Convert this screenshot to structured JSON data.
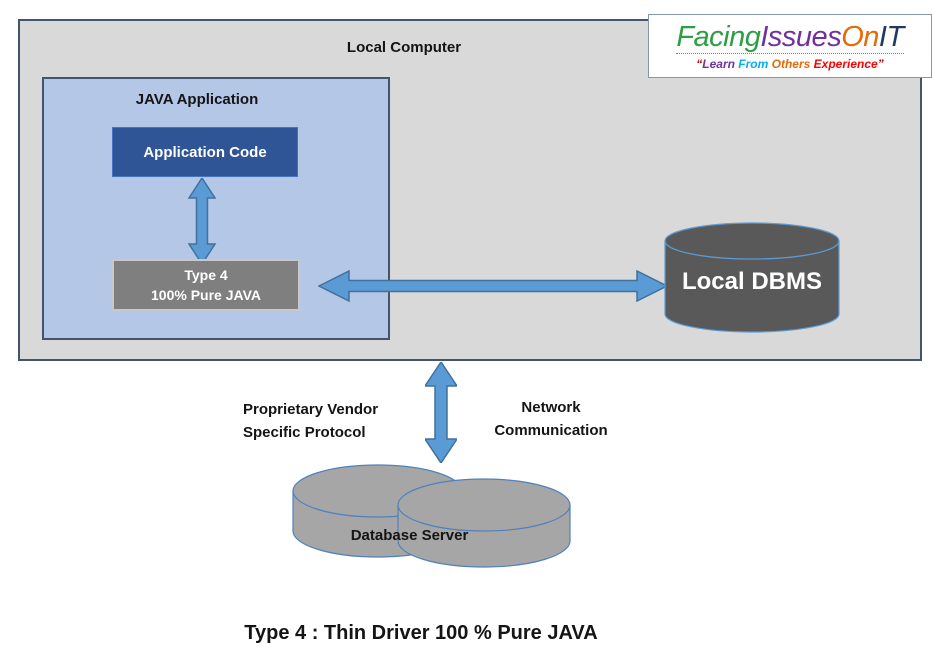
{
  "logo": {
    "title_words": [
      {
        "text": "Facing",
        "color": "#2e9e44"
      },
      {
        "text": "Issues",
        "color": "#7030a0"
      },
      {
        "text": "On",
        "color": "#e36c0a"
      },
      {
        "text": "IT",
        "color": "#1f3864"
      }
    ],
    "tagline_words": [
      {
        "text": "“",
        "color": "#c00000"
      },
      {
        "text": "Learn ",
        "color": "#7030a0"
      },
      {
        "text": "From ",
        "color": "#00b0f0"
      },
      {
        "text": "Others ",
        "color": "#e36c0a"
      },
      {
        "text": "Experience",
        "color": "#ff0000"
      },
      {
        "text": "”",
        "color": "#c00000"
      }
    ]
  },
  "outer_box": {
    "label": "Local Computer"
  },
  "java_app_box": {
    "label": "JAVA Application"
  },
  "app_code_box": {
    "label": "Application Code"
  },
  "type4_box": {
    "line1": "Type 4",
    "line2": "100% Pure JAVA"
  },
  "local_dbms": {
    "label": "Local DBMS"
  },
  "database_server": {
    "label": "Database Server"
  },
  "labels": {
    "protocol_line1": "Proprietary Vendor",
    "protocol_line2": "Specific Protocol",
    "network_line1": "Network",
    "network_line2": "Communication"
  },
  "caption": "Type 4 : Thin Driver 100 % Pure JAVA",
  "colors": {
    "arrow_fill": "#5b9bd5",
    "arrow_stroke": "#41719c",
    "outer_fill": "#d9d9d9",
    "box_border": "#44546a",
    "java_fill": "#b4c7e7",
    "appcode_fill": "#2f5597",
    "appcode_border": "#4472c4",
    "type4_fill": "#7f7f7f",
    "type4_border": "#c8c8c8",
    "dbms_fill": "#595959",
    "cyl_stroke": "#5b9bd5",
    "dbcyl_fill": "#a6a6a6",
    "dbcyl_stroke": "#4f81bd"
  }
}
